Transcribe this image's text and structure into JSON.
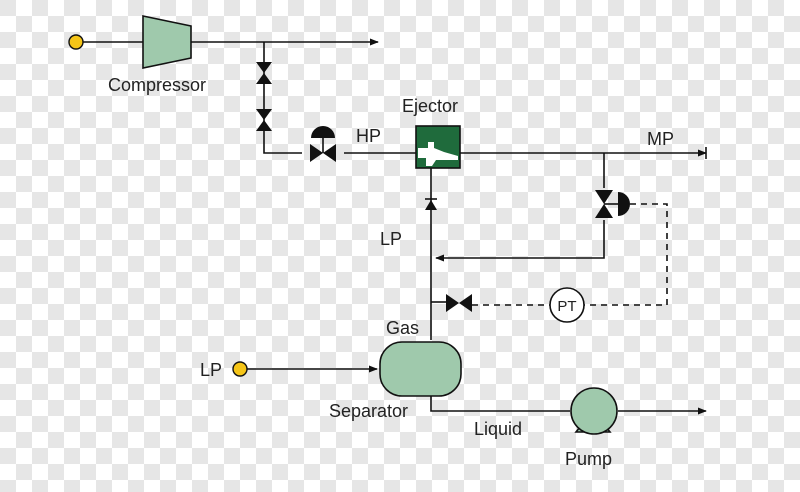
{
  "labels": {
    "compressor": "Compressor",
    "ejector": "Ejector",
    "hp": "HP",
    "mp": "MP",
    "lp_upper": "LP",
    "gas": "Gas",
    "lp_inlet": "LP",
    "separator": "Separator",
    "liquid": "Liquid",
    "pump": "Pump",
    "pressure_transmitter": "PT"
  },
  "colors": {
    "equipment_fill": "#9fc9ac",
    "ejector_fill": "#1f6b3c",
    "inlet_marker": "#f5c518",
    "checker_light": "#ffffff",
    "checker_dark": "#e6e6e6"
  },
  "icons": [
    "compressor-icon",
    "ejector-icon",
    "separator-vessel-icon",
    "pump-icon",
    "control-valve-icon",
    "gate-valve-icon",
    "check-valve-icon",
    "pressure-transmitter-icon"
  ]
}
